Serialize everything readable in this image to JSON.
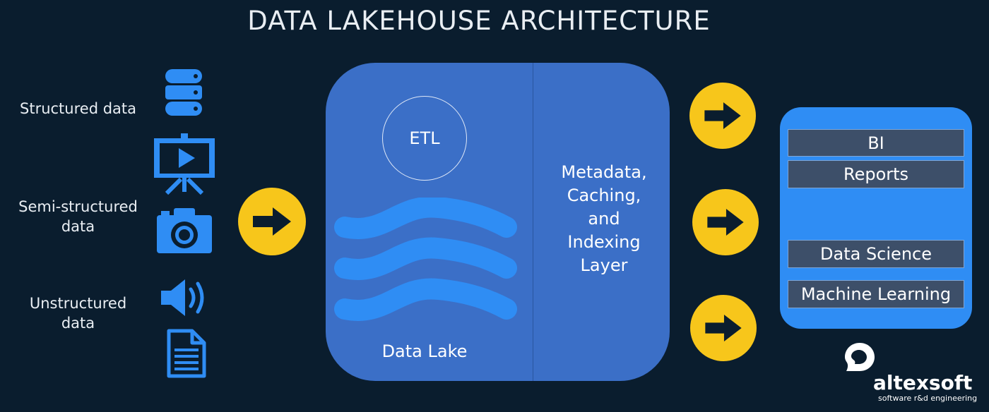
{
  "title": "DATA LAKEHOUSE ARCHITECTURE",
  "sources": {
    "structured": "Structured data",
    "semi_structured": [
      "Semi-structured",
      "data"
    ],
    "unstructured": [
      "Unstructured",
      "data"
    ]
  },
  "icons": [
    "database-icon",
    "video-presentation-icon",
    "camera-icon",
    "speaker-icon",
    "document-icon"
  ],
  "lake": {
    "etl": "ETL",
    "label": "Data Lake",
    "meta_lines": [
      "Metadata,",
      "Caching,",
      "and",
      "Indexing",
      "Layer"
    ]
  },
  "outputs": [
    "BI",
    "Reports",
    "Data Science",
    "Machine Learning"
  ],
  "brand": {
    "name": "altexsoft",
    "tagline": "software r&d engineering"
  },
  "colors": {
    "background": "#0a1d2e",
    "icon_blue": "#2f8df4",
    "lake_blue": "#3b6fc7",
    "wave_blue": "#2f8df4",
    "arrow_yellow": "#f7c61b",
    "bar_gray": "#3d4f69"
  }
}
